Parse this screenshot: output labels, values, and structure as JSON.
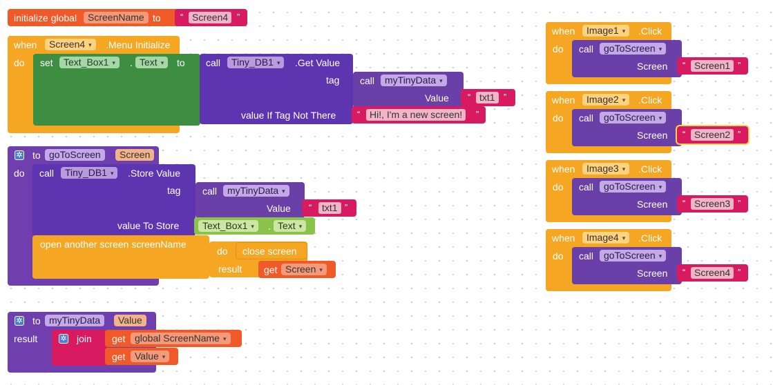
{
  "init_global": {
    "label": "initialize global",
    "var_name": "ScreenName",
    "to": "to",
    "value": "Screen4"
  },
  "menu_init": {
    "when": "when",
    "component": "Screen4",
    "event": ".Menu Initialize",
    "do": "do",
    "set": "set",
    "set_component": "Text_Box1",
    "dot": ".",
    "set_property": "Text",
    "to": "to",
    "call": "call",
    "db": "Tiny_DB1",
    "method": ".Get Value",
    "tag": "tag",
    "inner_call": "call",
    "inner_proc": "myTinyData",
    "value_label": "Value",
    "value": "txt1",
    "not_there_label": "value If Tag Not There",
    "not_there_value": "Hi!, I'm a new screen!"
  },
  "goto_proc": {
    "to": "to",
    "name": "goToScreen",
    "param": "Screen",
    "do": "do",
    "call": "call",
    "db": "Tiny_DB1",
    "method": ".Store Value",
    "tag": "tag",
    "inner_call": "call",
    "inner_proc": "myTinyData",
    "value_label": "Value",
    "value": "txt1",
    "store_label": "value To Store",
    "store_component": "Text_Box1",
    "dot": ".",
    "store_property": "Text",
    "open_label": "open another screen  screenName",
    "do2": "do",
    "close_screen": "close screen",
    "result": "result",
    "get": "get",
    "get_var": "Screen"
  },
  "mytiny_proc": {
    "to": "to",
    "name": "myTinyData",
    "param": "Value",
    "result": "result",
    "join": "join",
    "get": "get",
    "get1": "global ScreenName",
    "get2": "Value"
  },
  "image_events": [
    {
      "when": "when",
      "component": "Image1",
      "event": ".Click",
      "do": "do",
      "call": "call",
      "proc": "goToScreen",
      "arg_label": "Screen",
      "value": "Screen1"
    },
    {
      "when": "when",
      "component": "Image2",
      "event": ".Click",
      "do": "do",
      "call": "call",
      "proc": "goToScreen",
      "arg_label": "Screen",
      "value": "Screen2"
    },
    {
      "when": "when",
      "component": "Image3",
      "event": ".Click",
      "do": "do",
      "call": "call",
      "proc": "goToScreen",
      "arg_label": "Screen",
      "value": "Screen3"
    },
    {
      "when": "when",
      "component": "Image4",
      "event": ".Click",
      "do": "do",
      "call": "call",
      "proc": "goToScreen",
      "arg_label": "Screen",
      "value": "Screen4"
    }
  ],
  "quote": {
    "open": "“",
    "close": "”"
  },
  "dropdown_arrow": "▾",
  "gear_glyph": "✲",
  "colors": {
    "event": "#F5A623",
    "variable": "#F05A28",
    "procedure": "#6F3FB0",
    "component_call": "#5E35B1",
    "setter": "#3E8E41",
    "getter_component": "#8BC34A",
    "text": "#D81B60"
  },
  "icons": [
    "gear-icon",
    "dropdown-arrow-icon"
  ]
}
